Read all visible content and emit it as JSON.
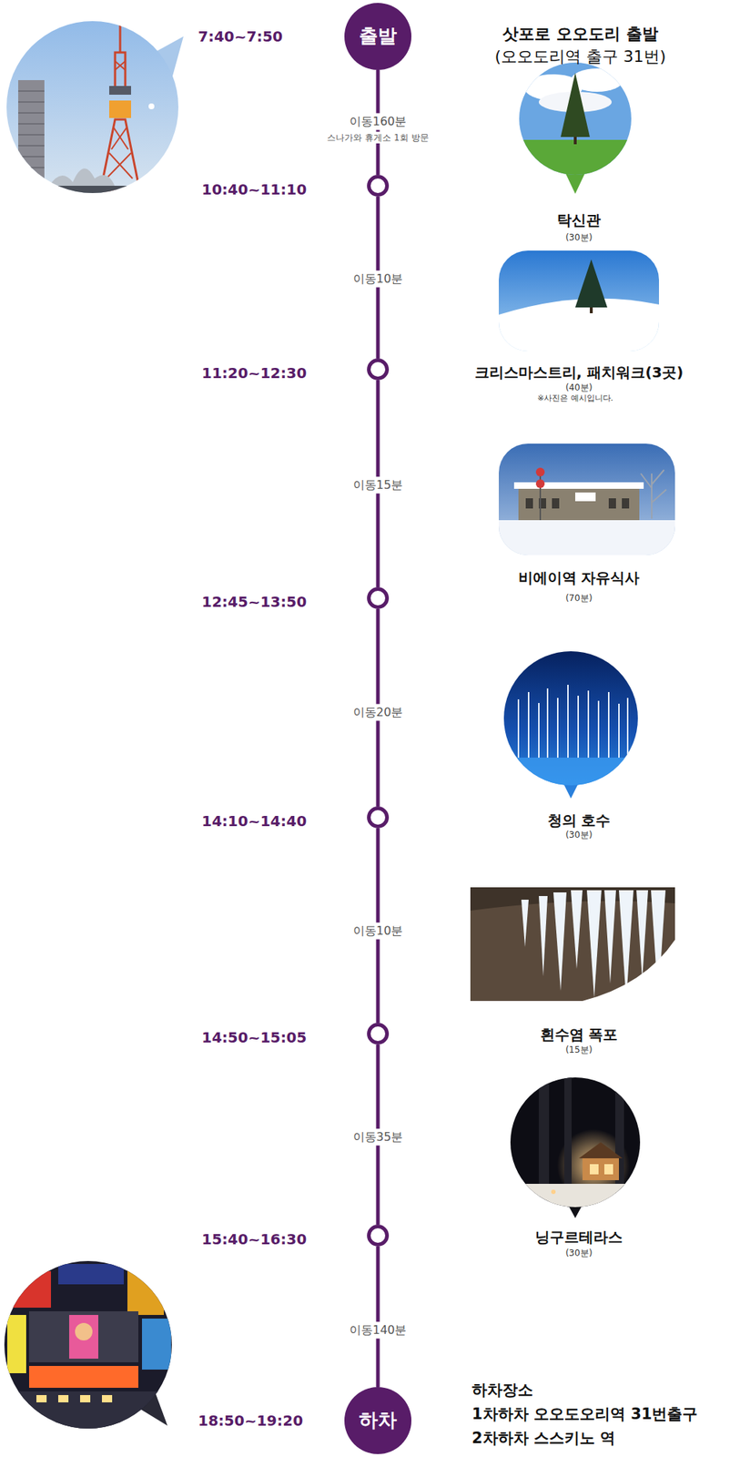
{
  "diagram": {
    "nodes": [
      {
        "text": [
          "출발",
          "7:40~7:50",
          "삿포로 오오도리 출발",
          "(오오도리역 출구 31번)"
        ]
      },
      {
        "text": [
          "10:40~11:10",
          "탁신관",
          "(30분)"
        ]
      },
      {
        "text": [
          "11:20~12:30",
          "크리스마스트리, 패치워크(3곳)",
          "(40분)"
        ]
      },
      {
        "text": [
          "12:45~13:50",
          "비에이역 자유식사",
          "(70분)"
        ]
      },
      {
        "text": [
          "14:10~14:40",
          "청의 호수",
          "(30분)"
        ]
      },
      {
        "text": [
          "14:50~15:05",
          "흰수염 폭포",
          "(15분)"
        ]
      },
      {
        "text": [
          "15:40~16:30",
          "닝구르테라스",
          "(30분)"
        ]
      },
      {
        "text": [
          "하차",
          "18:50~19:20",
          "하차장소",
          "1차하차 오오도오리역 31번출구",
          "2차하차 스스키노 역"
        ]
      }
    ],
    "edges": [
      {
        "from": 0,
        "to": 1,
        "arrow": "none",
        "label": "이동160분"
      },
      {
        "from": 1,
        "to": 2,
        "arrow": "none",
        "label": "이동10분"
      },
      {
        "from": 2,
        "to": 3,
        "arrow": "none",
        "label": "이동15분"
      },
      {
        "from": 3,
        "to": 4,
        "arrow": "none",
        "label": "이동20분"
      },
      {
        "from": 4,
        "to": 5,
        "arrow": "none",
        "label": "이동10분"
      },
      {
        "from": 5,
        "to": 6,
        "arrow": "none",
        "label": "이동35분"
      },
      {
        "from": 6,
        "to": 7,
        "arrow": "none",
        "label": "이동140분"
      }
    ],
    "labels": [
      "스나가와 휴게소 1회 방문",
      "※사진은 예시입니다."
    ]
  }
}
